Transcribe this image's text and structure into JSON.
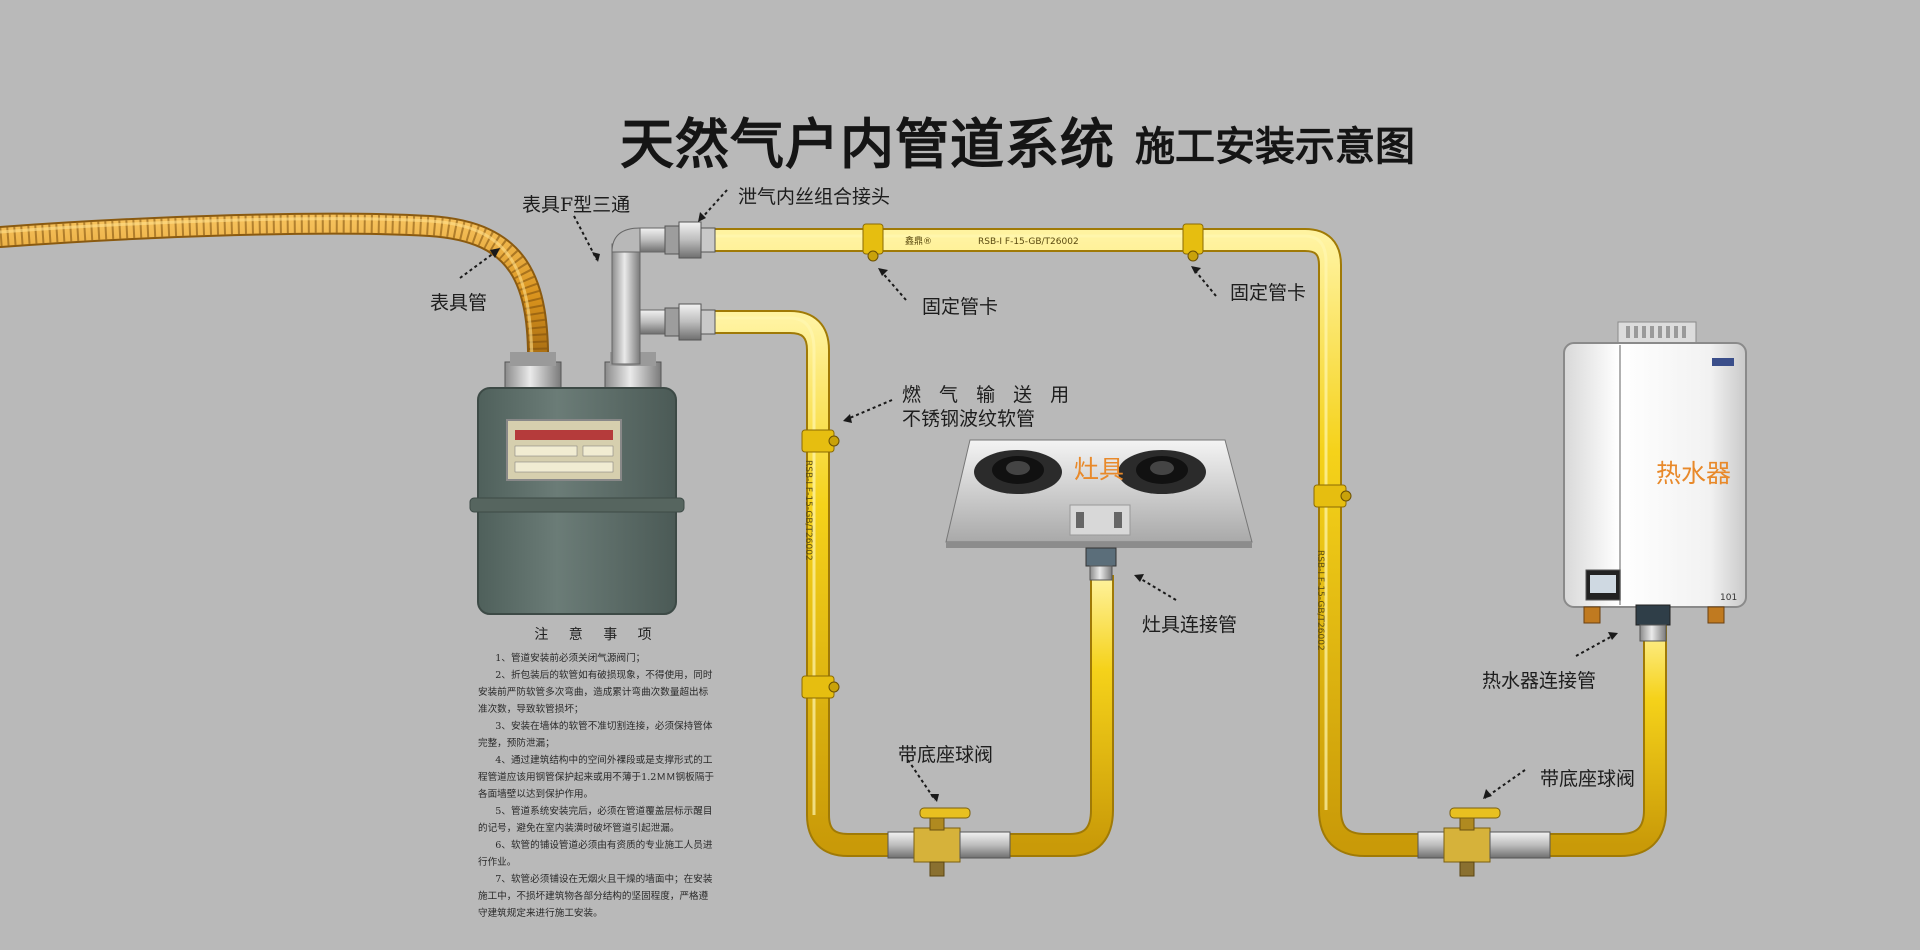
{
  "title": {
    "main": "天然气户内管道系统",
    "sub": "施工安装示意图"
  },
  "labels": {
    "meter_pipe": "表具管",
    "meter_tee": "表具F型三通",
    "relief_joint": "泄气内丝组合接头",
    "clamp_1": "固定管卡",
    "clamp_2": "固定管卡",
    "gas_hose_line1": "燃 气 输 送 用",
    "gas_hose_line2": "不锈钢波纹软管",
    "stove_pipe": "灶具连接管",
    "heater_pipe": "热水器连接管",
    "ball_valve_1": "带底座球阀",
    "ball_valve_2": "带底座球阀"
  },
  "devices": {
    "stove": "灶具",
    "heater": "热水器"
  },
  "notes": {
    "title": "注 意 事 项",
    "items": [
      "1、管道安装前必须关闭气源阀门；",
      "2、折包装后的软管如有破损现象，不得使用，同时安装前严防软管多次弯曲，造成累计弯曲次数量超出标准次数，导致软管损坏；",
      "3、安装在墙体的软管不准切割连接，必须保持管体完整，预防泄漏；",
      "4、通过建筑结构中的空间外裸段或是支撑形式的工程管道应该用钢管保护起来或用不薄于1.2ＭＭ钢板隔于各面墙壁以达到保护作用。",
      "5、管道系统安装完后，必须在管道覆盖层标示醒目的记号，避免在室内装潢时破坏管道引起泄漏。",
      "6、软管的铺设管道必须由有资质的专业施工人员进行作业。",
      "7、软管必须铺设在无烟火且干燥的墙面中；在安装施工中，不损坏建筑物各部分结构的坚固程度，严格遵守建筑规定来进行施工安装。"
    ]
  },
  "pipe_print": {
    "brand": "鑫鼎®",
    "spec": "RSB-I  F-15-GB/T26002",
    "spec_vertical": "RSB-I  F-15-GB/T26002"
  },
  "colors": {
    "background": "#b9b9b9",
    "gas_pipe": "#f2cc16",
    "meter_pipe": "#d99a1e",
    "meter_body": "#5d6e69",
    "device_label": "#e8892a"
  }
}
